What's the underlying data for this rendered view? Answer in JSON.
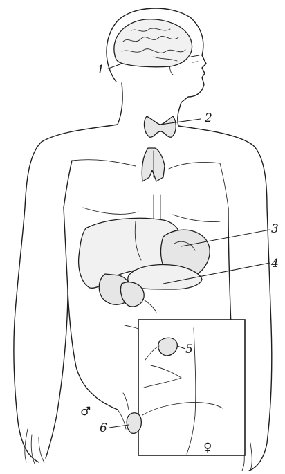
{
  "figure": {
    "labels": [
      {
        "id": "label-1",
        "text": "1"
      },
      {
        "id": "label-2",
        "text": "2"
      },
      {
        "id": "label-3",
        "text": "3"
      },
      {
        "id": "label-4",
        "text": "4"
      },
      {
        "id": "label-5",
        "text": "5"
      },
      {
        "id": "label-6",
        "text": "6"
      }
    ],
    "symbols": {
      "male": "♂",
      "female": "♀"
    }
  }
}
